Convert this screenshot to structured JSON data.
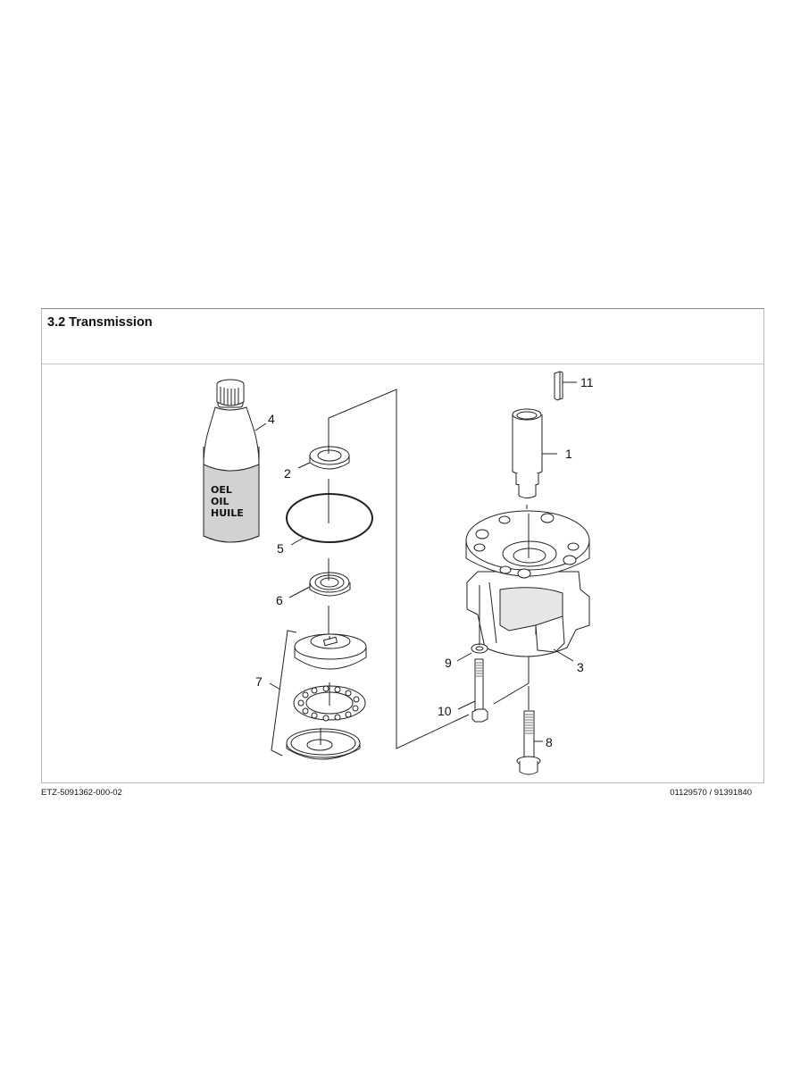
{
  "section": {
    "number": "3.2",
    "title": "3.2 Transmission"
  },
  "diagram": {
    "type": "exploded-parts-view",
    "bottle_label": [
      "OEL",
      "OIL",
      "HUILE"
    ],
    "callouts": [
      {
        "id": "1",
        "label": "1",
        "part": "shaft-sleeve"
      },
      {
        "id": "2",
        "label": "2",
        "part": "seal-ring"
      },
      {
        "id": "3",
        "label": "3",
        "part": "transmission-housing"
      },
      {
        "id": "4",
        "label": "4",
        "part": "oil-bottle"
      },
      {
        "id": "5",
        "label": "5",
        "part": "o-ring"
      },
      {
        "id": "6",
        "label": "6",
        "part": "ball-bearing"
      },
      {
        "id": "7",
        "label": "7",
        "part": "thrust-bearing-set"
      },
      {
        "id": "8",
        "label": "8",
        "part": "flange-bolt"
      },
      {
        "id": "9",
        "label": "9",
        "part": "washer"
      },
      {
        "id": "10",
        "label": "10",
        "part": "hex-bolt"
      },
      {
        "id": "11",
        "label": "11",
        "part": "key"
      }
    ]
  },
  "footer": {
    "doc_id": "ETZ-5091362-000-02",
    "part_numbers": "01129570 / 91391840"
  }
}
